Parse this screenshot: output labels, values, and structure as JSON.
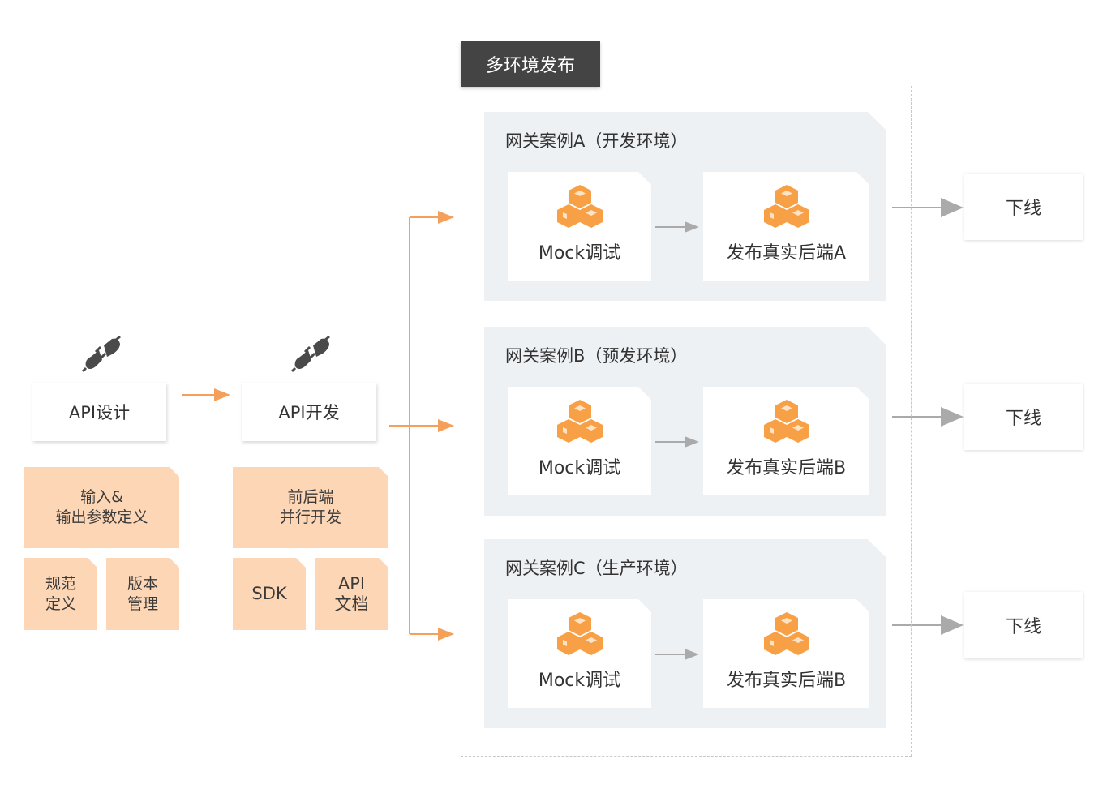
{
  "colors": {
    "accent_orange": "#f5a05a",
    "peach": "#fcd6b5",
    "env_bg": "#eef1f4",
    "badge_bg": "#444444",
    "gray_arrow": "#aaaaaa",
    "cube_orange": "#f7a045"
  },
  "stages": [
    {
      "icon": "plug-icon",
      "label": "API设计",
      "features_main": [
        "输入&",
        "输出参数定义"
      ],
      "features_sub": [
        {
          "lines": [
            "规范",
            "定义"
          ]
        },
        {
          "lines": [
            "版本",
            "管理"
          ]
        }
      ]
    },
    {
      "icon": "plug-icon",
      "label": "API开发",
      "features_main": [
        "前后端",
        "并行开发"
      ],
      "features_sub": [
        {
          "lines": [
            "SDK"
          ]
        },
        {
          "lines": [
            "API",
            "文档"
          ]
        }
      ]
    }
  ],
  "release": {
    "title": "多环境发布",
    "environments": [
      {
        "title": "网关案例A（开发环境）",
        "steps": [
          {
            "icon": "cubes-icon",
            "label": "Mock调试"
          },
          {
            "icon": "cubes-icon",
            "label": "发布真实后端A"
          }
        ],
        "offline": "下线"
      },
      {
        "title": "网关案例B（预发环境）",
        "steps": [
          {
            "icon": "cubes-icon",
            "label": "Mock调试"
          },
          {
            "icon": "cubes-icon",
            "label": "发布真实后端B"
          }
        ],
        "offline": "下线"
      },
      {
        "title": "网关案例C（生产环境）",
        "steps": [
          {
            "icon": "cubes-icon",
            "label": "Mock调试"
          },
          {
            "icon": "cubes-icon",
            "label": "发布真实后端B"
          }
        ],
        "offline": "下线"
      }
    ]
  }
}
